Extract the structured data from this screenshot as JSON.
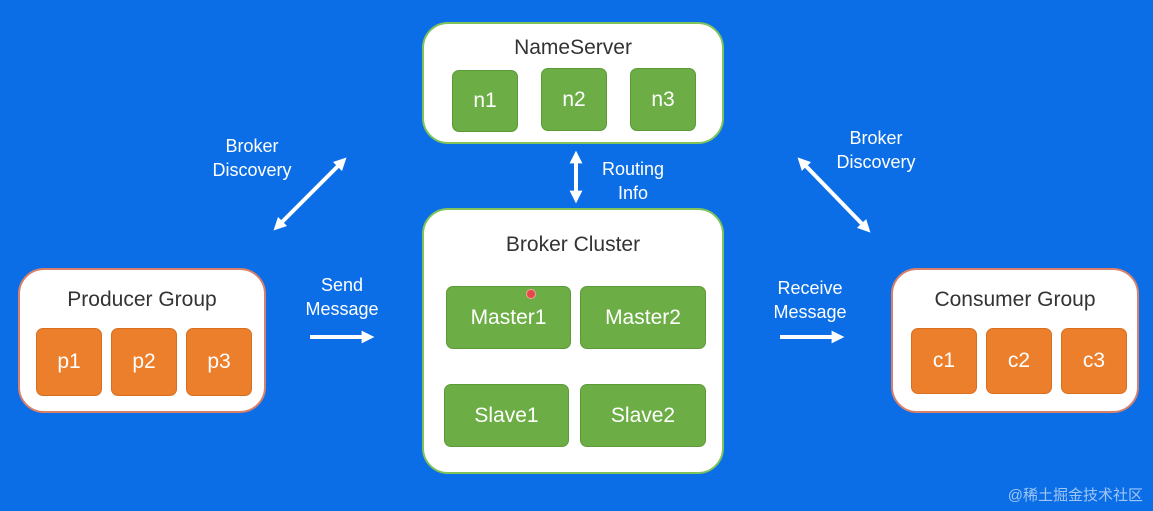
{
  "nameserver": {
    "title": "NameServer",
    "nodes": [
      "n1",
      "n2",
      "n3"
    ]
  },
  "broker_cluster": {
    "title": "Broker Cluster",
    "nodes": [
      "Master1",
      "Master2",
      "Slave1",
      "Slave2"
    ]
  },
  "producer_group": {
    "title": "Producer Group",
    "nodes": [
      "p1",
      "p2",
      "p3"
    ]
  },
  "consumer_group": {
    "title": "Consumer Group",
    "nodes": [
      "c1",
      "c2",
      "c3"
    ]
  },
  "edges": {
    "producer_discovery": [
      "Broker",
      "Discovery"
    ],
    "consumer_discovery": [
      "Broker",
      "Discovery"
    ],
    "routing": [
      "Routing",
      "Info"
    ],
    "send": [
      "Send",
      "Message"
    ],
    "receive": [
      "Receive",
      "Message"
    ]
  },
  "watermark": "@稀土掘金技术社区",
  "colors": {
    "background": "#0c6ee6",
    "broker_node": "#6cae45",
    "client_node": "#ec7f2c"
  }
}
